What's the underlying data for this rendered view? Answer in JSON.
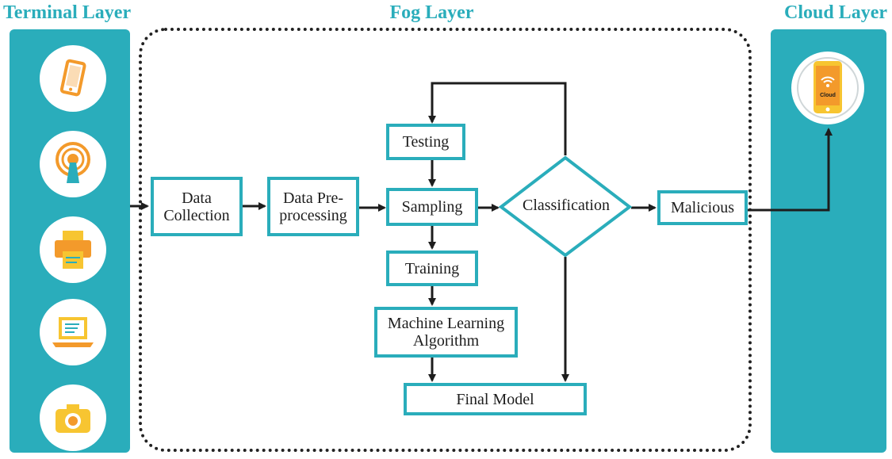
{
  "layers": {
    "terminal": "Terminal Layer",
    "fog": "Fog Layer",
    "cloud": "Cloud Layer"
  },
  "terminal_devices": [
    "tablet-icon",
    "antenna-icon",
    "printer-icon",
    "laptop-icon",
    "camera-icon"
  ],
  "cloud_icon": {
    "name": "cloud-device-icon",
    "label": "Cloud"
  },
  "nodes": {
    "data_collection": "Data\nCollection",
    "data_preprocessing": "Data Pre-\nprocessing",
    "testing": "Testing",
    "sampling": "Sampling",
    "training": "Training",
    "ml_algorithm": "Machine Learning\nAlgorithm",
    "final_model": "Final Model",
    "classification": "Classification",
    "malicious": "Malicious"
  },
  "colors": {
    "accent": "#2aadbb",
    "panel": "#2aadbb",
    "orange": "#f39a2b",
    "yellow": "#f7c531",
    "arrow": "#1d1d1d"
  }
}
